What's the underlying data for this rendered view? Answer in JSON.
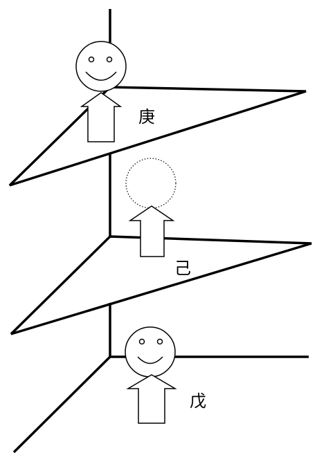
{
  "labels": {
    "top": "庚",
    "middle": "己",
    "bottom": "戊"
  }
}
